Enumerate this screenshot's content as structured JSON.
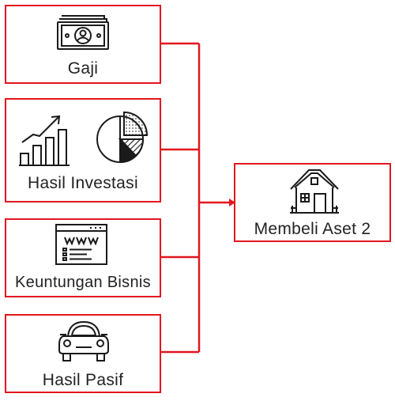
{
  "diagram": {
    "sources": [
      {
        "label": "Gaji",
        "icon": "money-bill-icon"
      },
      {
        "label": "Hasil Investasi",
        "icon": "growth-chart-icon"
      },
      {
        "label": "Keuntungan Bisnis",
        "icon": "website-icon"
      },
      {
        "label": "Hasil Pasif",
        "icon": "car-icon"
      }
    ],
    "target": {
      "label": "Membeli Aset 2",
      "icon": "house-icon"
    },
    "colors": {
      "border": "#e2161f",
      "connector": "#e2161f",
      "icon": "#1a1a1a",
      "text": "#222222"
    }
  }
}
